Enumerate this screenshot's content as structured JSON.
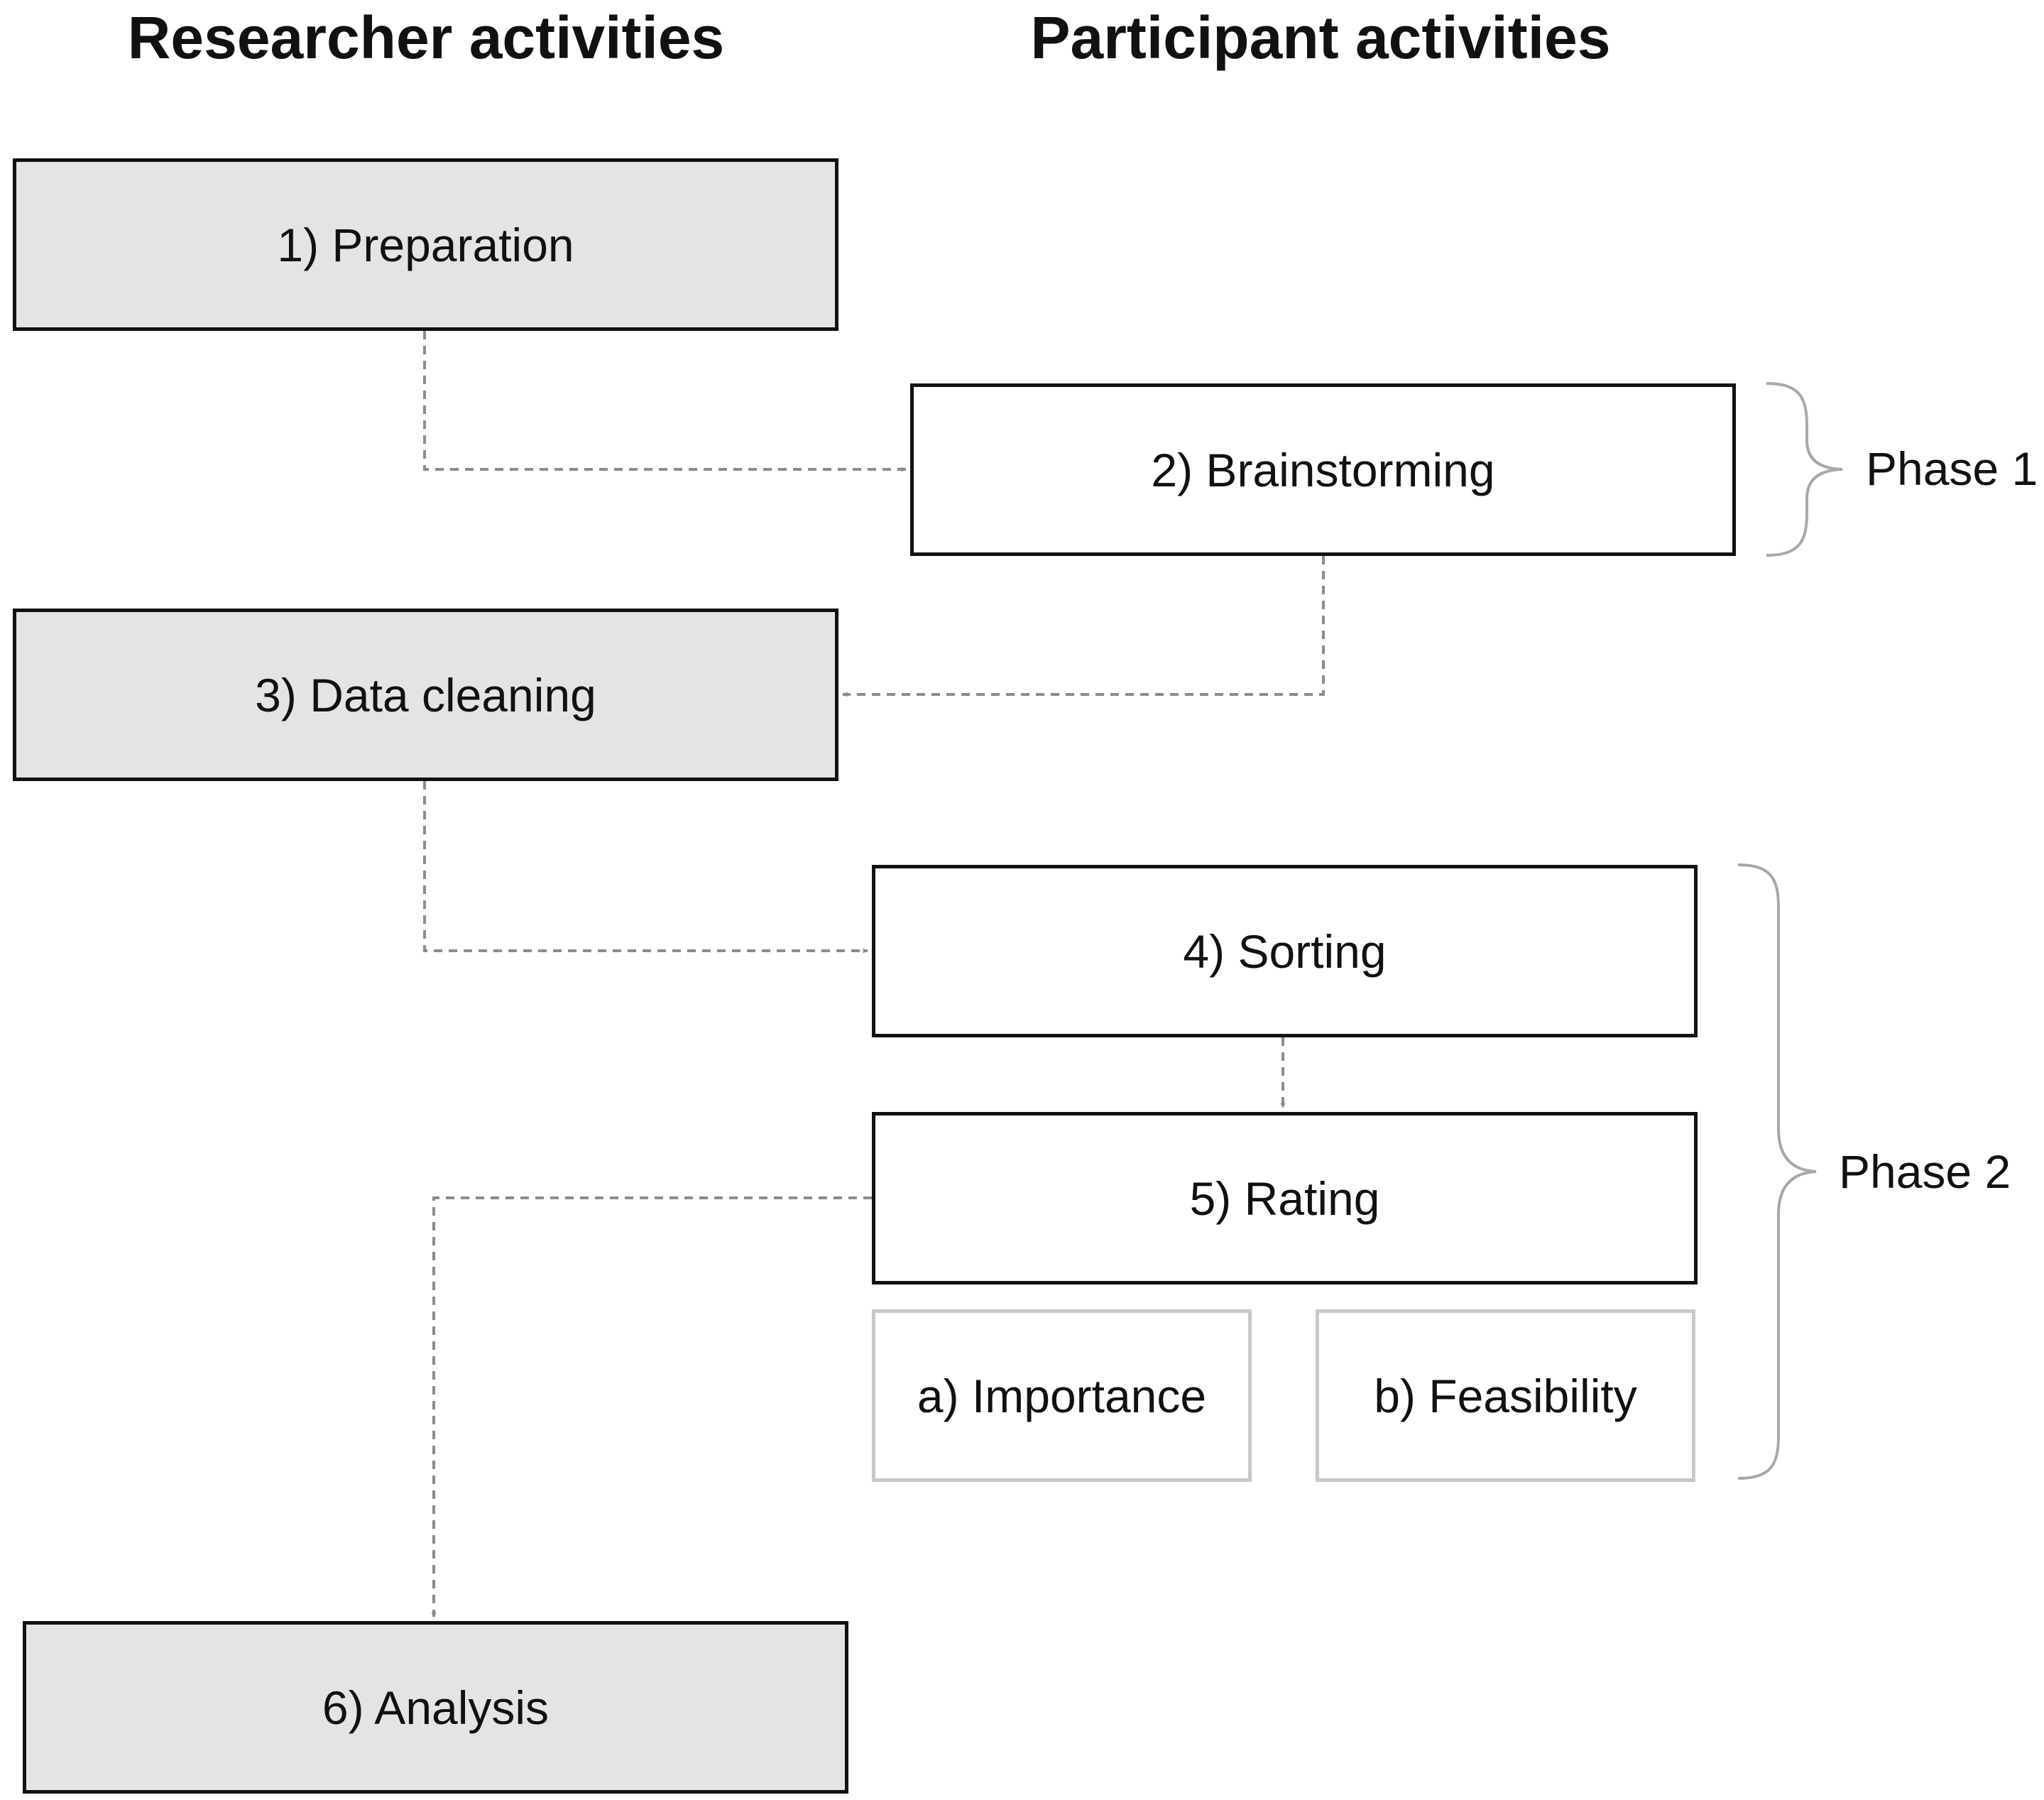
{
  "headings": {
    "researcher": "Researcher activities",
    "participant": "Participant activities"
  },
  "steps": {
    "preparation": "1) Preparation",
    "brainstorming": "2) Brainstorming",
    "data_cleaning": "3) Data cleaning",
    "sorting": "4) Sorting",
    "rating": "5) Rating",
    "analysis": "6) Analysis"
  },
  "rating_criteria": {
    "importance": "a) Importance",
    "feasibility": "b) Feasibility"
  },
  "phases": {
    "phase1": "Phase 1",
    "phase2": "Phase 2"
  },
  "colors": {
    "researcher_fill": "#e4e4e4",
    "box_border": "#111111",
    "sub_border": "#c8c8c8",
    "connector": "#8c8c8c",
    "brace": "#a8a8a8"
  }
}
